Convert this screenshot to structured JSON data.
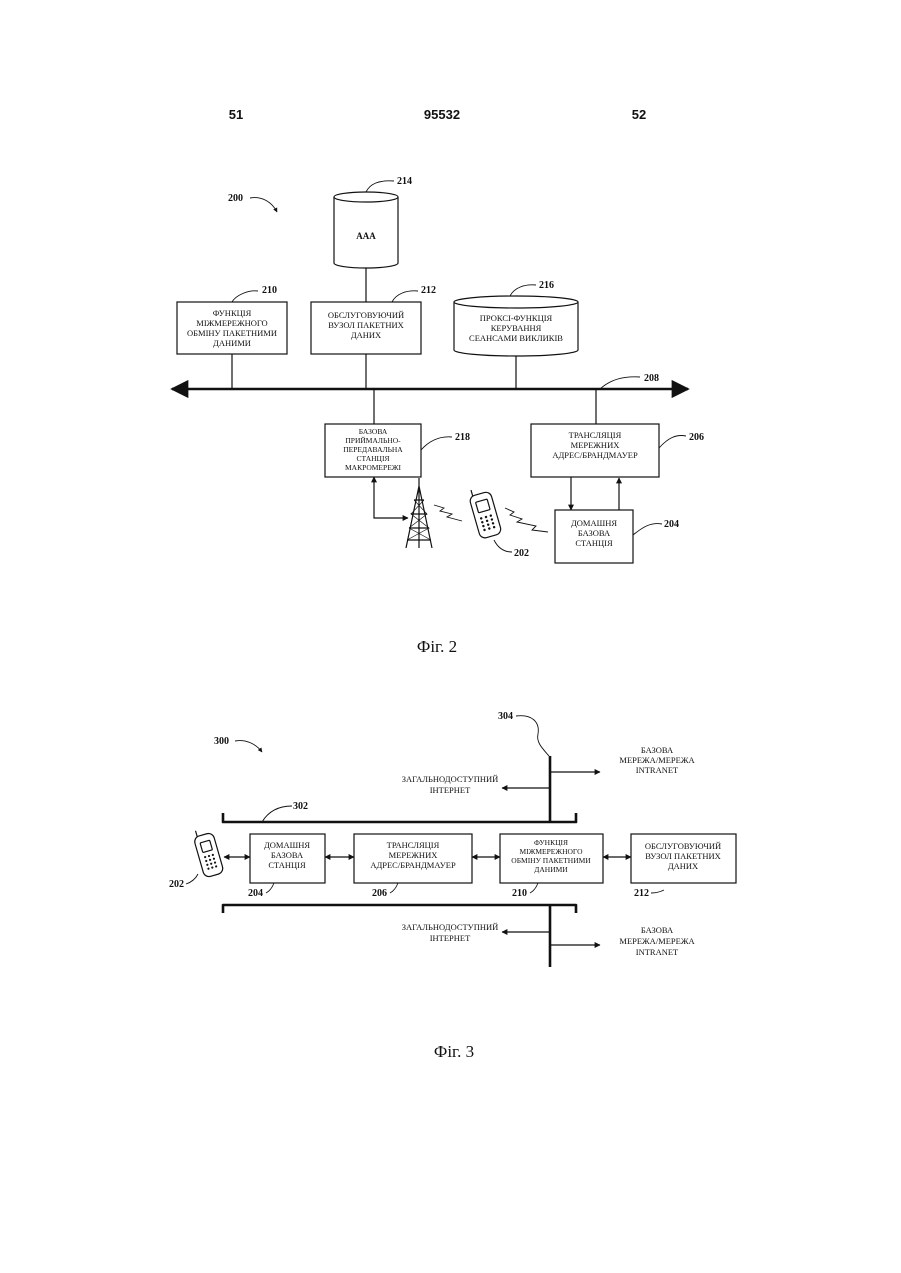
{
  "header": {
    "left": "51",
    "center": "95532",
    "right": "52"
  },
  "fig2": {
    "caption": "Фіг. 2",
    "system_ref": "200",
    "bus_ref": "208",
    "aaa": {
      "ref": "214",
      "label": "AAA"
    },
    "iwf": {
      "ref": "210",
      "lines": [
        "ФУНКЦІЯ",
        "МІЖМЕРЕЖНОГО",
        "ОБМІНУ ПАКЕТНИМИ",
        "ДАНИМИ"
      ]
    },
    "pdsn": {
      "ref": "212",
      "lines": [
        "ОБСЛУГОВУЮЧИЙ",
        "ВУЗОЛ ПАКЕТНИХ",
        "ДАНИХ"
      ]
    },
    "proxy": {
      "ref": "216",
      "lines": [
        "ПРОКСІ-ФУНКЦІЯ",
        "КЕРУВАННЯ",
        "СЕАНСАМИ ВИКЛИКІВ"
      ]
    },
    "macro_bts": {
      "ref": "218",
      "lines": [
        "БАЗОВА",
        "ПРИЙМАЛЬНО-",
        "ПЕРЕДАВАЛЬНА",
        "СТАНЦІЯ",
        "МАКРОМЕРЕЖІ"
      ]
    },
    "nat": {
      "ref": "206",
      "lines": [
        "ТРАНСЛЯЦІЯ",
        "МЕРЕЖНИХ",
        "АДРЕС/БРАНДМАУЕР"
      ]
    },
    "home_bs": {
      "ref": "204",
      "lines": [
        "ДОМАШНЯ",
        "БАЗОВА",
        "СТАНЦІЯ"
      ]
    },
    "phone_ref": "202"
  },
  "fig3": {
    "caption": "Фіг. 3",
    "system_ref": "300",
    "internet_ref": "302",
    "router_ref": "304",
    "public_internet_top": [
      "ЗАГАЛЬНОДОСТУПНИЙ",
      "ІНТЕРНЕТ"
    ],
    "intranet_top": [
      "БАЗОВА",
      "МЕРЕЖА/МЕРЕЖА",
      "INTRANET"
    ],
    "public_internet_bottom": [
      "ЗАГАЛЬНОДОСТУПНИЙ",
      "ІНТЕРНЕТ"
    ],
    "intranet_bottom": [
      "БАЗОВА",
      "МЕРЕЖА/МЕРЕЖА",
      "INTRANET"
    ],
    "phone_ref": "202",
    "home_bs": {
      "ref": "204",
      "lines": [
        "ДОМАШНЯ",
        "БАЗОВА",
        "СТАНЦІЯ"
      ]
    },
    "nat": {
      "ref": "206",
      "lines": [
        "ТРАНСЛЯЦІЯ",
        "МЕРЕЖНИХ",
        "АДРЕС/БРАНДМАУЕР"
      ]
    },
    "iwf": {
      "ref": "210",
      "lines": [
        "ФУНКЦІЯ",
        "МІЖМЕРЕЖНОГО",
        "ОБМІНУ ПАКЕТНИМИ",
        "ДАНИМИ"
      ]
    },
    "pdsn": {
      "ref": "212",
      "lines": [
        "ОБСЛУГОВУЮЧИЙ",
        "ВУЗОЛ ПАКЕТНИХ",
        "ДАНИХ"
      ]
    }
  }
}
